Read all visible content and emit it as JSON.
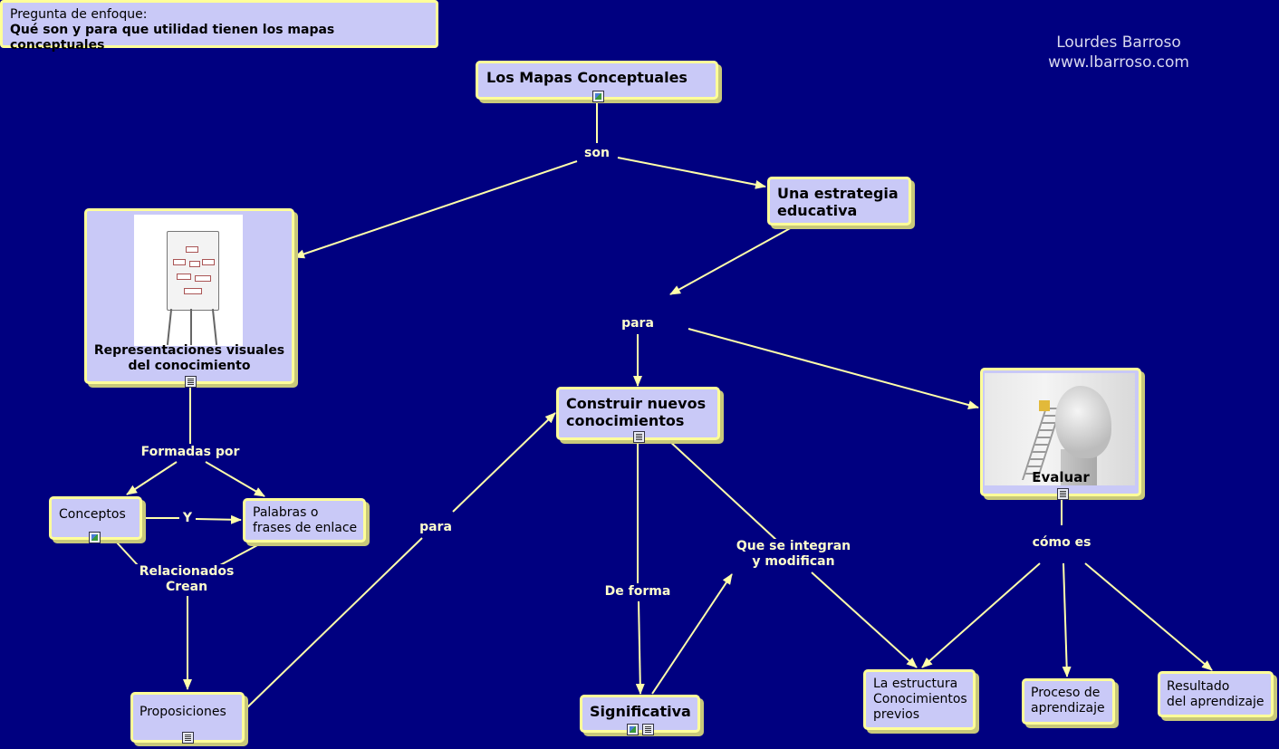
{
  "focus_question": {
    "label": "Pregunta de enfoque:",
    "question": "Qué son y para que utilidad tienen los mapas conceptuales"
  },
  "author": {
    "name": "Lourdes Barroso",
    "site": "www.lbarroso.com"
  },
  "concepts": {
    "mapas": "Los Mapas Conceptuales",
    "estrategia": "Una estrategia\neducativa",
    "representaciones": "Representaciones visuales\ndel conocimiento",
    "construir": "Construir  nuevos\nconocimientos",
    "evaluar": "Evaluar",
    "conceptos": "Conceptos",
    "palabras": "Palabras o\nfrases de enlace",
    "proposiciones": "Proposiciones",
    "significativa": "Significativa",
    "estructura": "La estructura\nConocimientos\nprevios",
    "proceso": "Proceso de\naprendizaje",
    "resultado": "Resultado\ndel aprendizaje"
  },
  "linking_phrases": {
    "son": "son",
    "para_top": "para",
    "formadas": "Formadas por",
    "y": "Y",
    "relacionados": "Relacionados\nCrean",
    "para_left": "para",
    "de_forma": "De forma",
    "integran": "Que se integran\ny modifican",
    "como": "cómo es"
  },
  "colors": {
    "background": "#000080",
    "node_fill": "#c9c9f7",
    "node_border": "#ffff99",
    "line": "#ffffaa",
    "link_text": "#ffffcc"
  }
}
